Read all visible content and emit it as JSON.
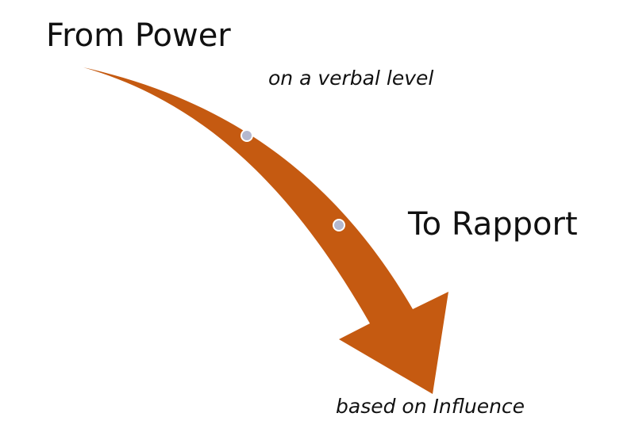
{
  "diagram": {
    "start_label": "From Power",
    "start_note": "on a verbal level",
    "end_label": "To Rapport",
    "end_note": "based on Influence",
    "arrow_color": "#C55A11",
    "dot_fill": "#B4B8CF",
    "dot_stroke": "#FFFFFF"
  }
}
